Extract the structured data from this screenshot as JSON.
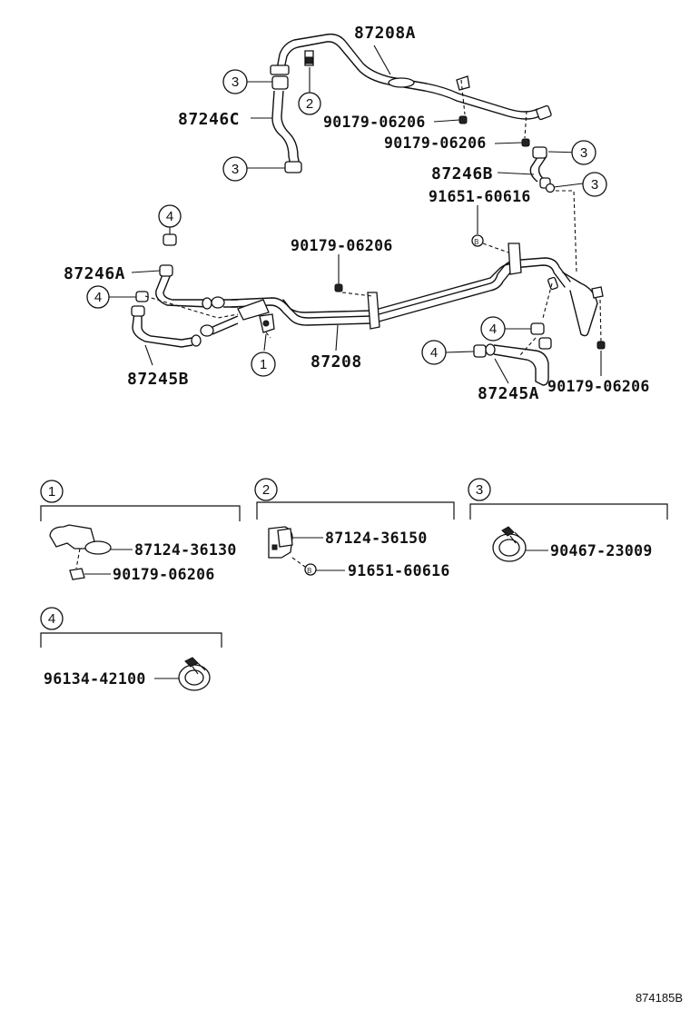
{
  "main": {
    "labels": {
      "p87208A": "87208A",
      "p87246C": "87246C",
      "p87246B": "87246B",
      "p87246A": "87246A",
      "p87245B": "87245B",
      "p87208": "87208",
      "p87245A": "87245A",
      "clip1": "90179-06206",
      "clip2": "90179-06206",
      "clip3": "90179-06206",
      "clip4": "90179-06206",
      "screw1": "91651-60616"
    },
    "callouts": {
      "c1": "1",
      "c2": "2",
      "c3": "3",
      "c4": "4"
    }
  },
  "detail": {
    "group1": {
      "index": "1",
      "part_a": "87124-36130",
      "part_b": "90179-06206"
    },
    "group2": {
      "index": "2",
      "part_a": "87124-36150",
      "part_b": "91651-60616"
    },
    "group3": {
      "index": "3",
      "part_a": "90467-23009"
    },
    "group4": {
      "index": "4",
      "part_a": "96134-42100"
    }
  },
  "footer": {
    "figure_id": "874185B"
  }
}
